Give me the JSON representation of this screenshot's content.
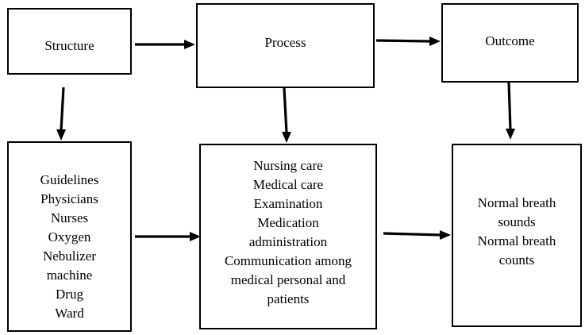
{
  "top_row": {
    "structure": "Structure",
    "process": "Process",
    "outcome": "Outcome"
  },
  "bottom_row": {
    "structure_items": [
      "Guidelines",
      "Physicians",
      "Nurses",
      "Oxygen",
      "Nebulizer",
      "machine",
      "Drug",
      "Ward"
    ],
    "process_items": [
      "Nursing care",
      "Medical care",
      "Examination",
      "Medication",
      "administration",
      "Communication among",
      "medical personal and",
      "patients"
    ],
    "outcome_items": [
      "Normal breath",
      "sounds",
      "Normal breath",
      "counts"
    ]
  },
  "colors": {
    "line": "#000000",
    "background": "#ffffff"
  }
}
